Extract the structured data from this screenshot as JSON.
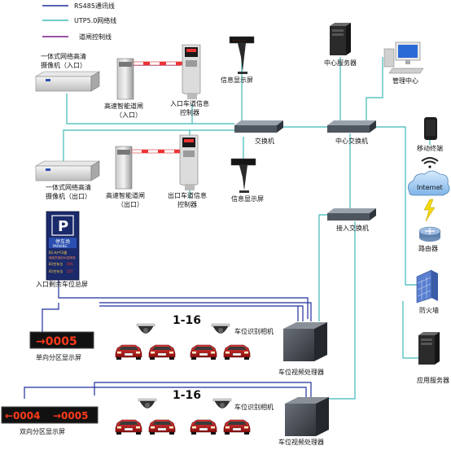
{
  "legend": {
    "rs485": "RS485通讯线",
    "utp": "UTP5.0网络线",
    "gate": "道闸控制线"
  },
  "colors": {
    "rs485": "#1f2f9a",
    "utp": "#3fb8b8",
    "gate": "#7a1a8a",
    "led": "#ff3a1a"
  },
  "labels": {
    "camera_in_1": "一体式网络高清",
    "camera_in_2": "摄像机（入口）",
    "gate_in_1": "高速智能道闸",
    "gate_in_2": "（入口）",
    "ctrl_in_1": "入口车道信息",
    "ctrl_in_2": "控制器",
    "display_in": "信息显示屏",
    "switch": "交换机",
    "center_server": "中心服务器",
    "mgmt_center": "管理中心",
    "center_switch": "中心交换机",
    "camera_out_1": "一体式网络高清",
    "camera_out_2": "摄像机（出口）",
    "gate_out_1": "高速智能道闸",
    "gate_out_2": "（出口）",
    "ctrl_out_1": "出口车道信息",
    "ctrl_out_2": "控制器",
    "display_out": "信息显示屏",
    "mobile": "移动终端",
    "internet": "Internet",
    "access_switch": "接入交换机",
    "router": "路由器",
    "entrance_board": "入口剩余车位总屏",
    "firewall": "防火墙",
    "one_way_screen": "单向分区显示屏",
    "two_way_screen": "双向分区显示屏",
    "plate_cam_1": "车位识别相机",
    "plate_cam_2": "车位识别相机",
    "video_proc_1": "车位视频处理器",
    "video_proc_2": "车位视频处理器",
    "app_server": "应用服务器",
    "range_1": "1-16",
    "range_2": "1-16"
  },
  "led": {
    "one_way": "→0005",
    "two_way_left": "←0004",
    "two_way_right": "→0005"
  },
  "board": {
    "p": "P",
    "title": "停车场",
    "sub": "PARKING",
    "row1": "B1-A产F2楼",
    "row2": "驾驶员请在B1层停放",
    "row3": "B1空车位",
    "row4": "B1空车位",
    "v3": "005",
    "v4": "127"
  }
}
